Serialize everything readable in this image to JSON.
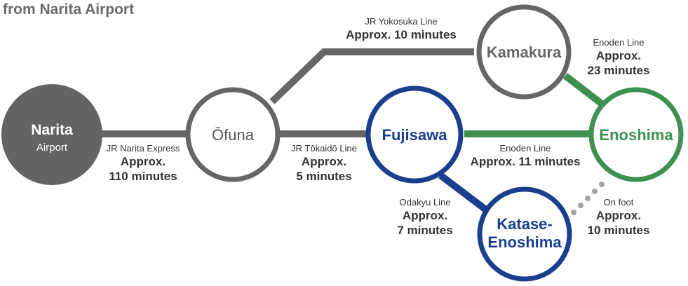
{
  "title": "from Narita Airport",
  "colors": {
    "gray": "#666666",
    "dark_gray_fill": "#636363",
    "blue": "#1b3f8f",
    "green": "#3e9150",
    "dot": "#a3a3a3"
  },
  "stations": {
    "narita": {
      "name": "Narita",
      "sub": "Airport"
    },
    "ofuna": {
      "name": "Ōfuna"
    },
    "kamakura": {
      "name": "Kamakura"
    },
    "fujisawa": {
      "name": "Fujisawa"
    },
    "enoshima": {
      "name": "Enoshima"
    },
    "katase": {
      "name_line1": "Katase-",
      "name_line2": "Enoshima"
    }
  },
  "routes": {
    "narita_ofuna": {
      "line": "JR Narita Express",
      "time": "Approx.",
      "time2": "110 minutes"
    },
    "ofuna_kamakura": {
      "line": "JR Yokosuka Line",
      "time": "Approx. 10 minutes"
    },
    "ofuna_fujisawa": {
      "line": "JR Tōkaidō Line",
      "time": "Approx.",
      "time2": "5 minutes"
    },
    "kamakura_enoshima": {
      "line": "Enoden Line",
      "time": "Approx.",
      "time2": "23 minutes"
    },
    "fujisawa_enoshima": {
      "line": "Enoden Line",
      "time": "Approx. 11 minutes"
    },
    "fujisawa_katase": {
      "line": "Odakyu Line",
      "time": "Approx.",
      "time2": "7 minutes"
    },
    "katase_enoshima": {
      "line": "On foot",
      "time": "Approx.",
      "time2": "10 minutes"
    }
  }
}
